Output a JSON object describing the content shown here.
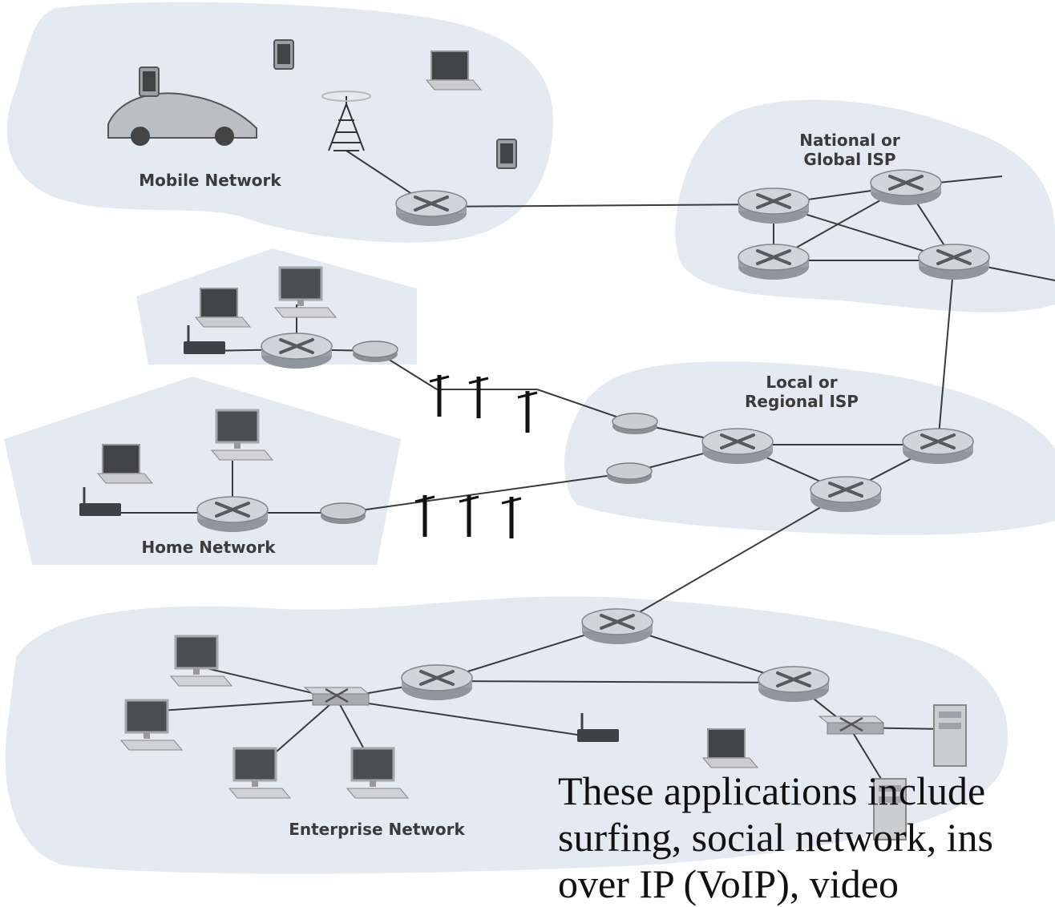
{
  "regions": {
    "mobile": "Mobile Network",
    "national_line1": "National or",
    "national_line2": "Global ISP",
    "local_line1": "Local or",
    "local_line2": "Regional ISP",
    "home": "Home Network",
    "enterprise": "Enterprise Network"
  },
  "body_text": {
    "line1": "These   applications   include",
    "line2": "surfing,  social  network,  ins",
    "line3": "over IP (VoIP), video"
  }
}
